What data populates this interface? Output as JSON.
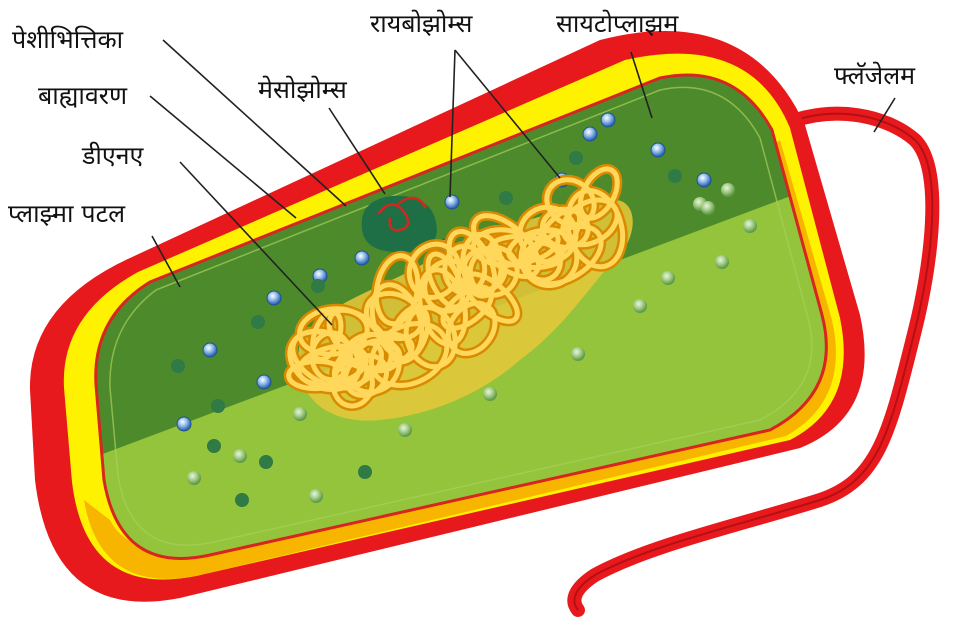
{
  "labels": {
    "ribosomes": "रायबोझोम्स",
    "cytoplasm": "सायटोप्लाझम",
    "cell_wall": "पेशीभित्तिका",
    "capsule": "बाह्यावरण",
    "mesosome": "मेसोझोम्स",
    "flagellum": "फ्लॅजेलम",
    "dna": "डीएनए",
    "plasma_membrane": "प्लाझ्मा पटल"
  },
  "colors": {
    "capsule": "#e8191c",
    "cell_wall": "#fff200",
    "cell_wall_shade": "#f7b500",
    "cytoplasm_dark": "#4d8a2c",
    "cytoplasm_light": "#93c43c",
    "membrane_line": "#d6261f",
    "dna": "#f9b21b",
    "dna_outline": "#d98a00",
    "mesosome": "#1e6f45",
    "ribosome_blue": "#4f8bd1",
    "ribosome_green": "#2f7a45"
  }
}
